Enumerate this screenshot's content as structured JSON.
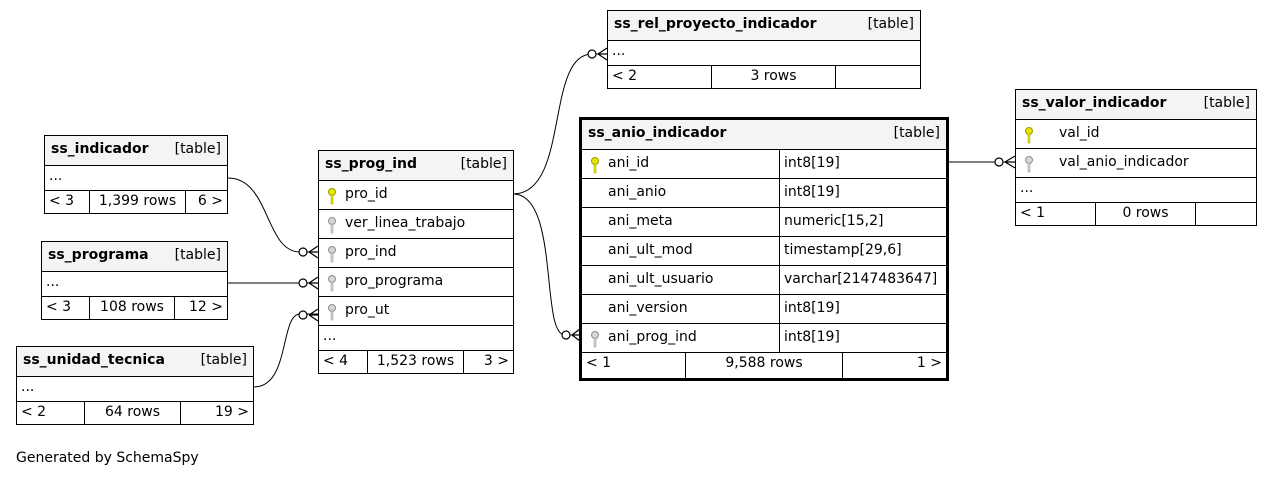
{
  "ss_rel_proyecto_indicador": {
    "name": "ss_rel_proyecto_indicador",
    "type": "[table]",
    "more": "...",
    "parents": "< 2",
    "rows": "3 rows",
    "children": ""
  },
  "ss_indicador": {
    "name": "ss_indicador",
    "type": "[table]",
    "more": "...",
    "parents": "< 3",
    "rows": "1,399 rows",
    "children": "6 >"
  },
  "ss_programa": {
    "name": "ss_programa",
    "type": "[table]",
    "more": "...",
    "parents": "< 3",
    "rows": "108 rows",
    "children": "12 >"
  },
  "ss_unidad_tecnica": {
    "name": "ss_unidad_tecnica",
    "type": "[table]",
    "more": "...",
    "parents": "< 2",
    "rows": "64 rows",
    "children": "19 >"
  },
  "ss_prog_ind": {
    "name": "ss_prog_ind",
    "type": "[table]",
    "columns": [
      "pro_id",
      "ver_linea_trabajo",
      "pro_ind",
      "pro_programa",
      "pro_ut"
    ],
    "more": "...",
    "parents": "< 4",
    "rows": "1,523 rows",
    "children": "3 >"
  },
  "ss_anio_indicador": {
    "name": "ss_anio_indicador",
    "type": "[table]",
    "columns": [
      {
        "name": "ani_id",
        "type": "int8[19]"
      },
      {
        "name": "ani_anio",
        "type": "int8[19]"
      },
      {
        "name": "ani_meta",
        "type": "numeric[15,2]"
      },
      {
        "name": "ani_ult_mod",
        "type": "timestamp[29,6]"
      },
      {
        "name": "ani_ult_usuario",
        "type": "varchar[2147483647]"
      },
      {
        "name": "ani_version",
        "type": "int8[19]"
      },
      {
        "name": "ani_prog_ind",
        "type": "int8[19]"
      }
    ],
    "parents": "< 1",
    "rows": "9,588 rows",
    "children": "1 >"
  },
  "ss_valor_indicador": {
    "name": "ss_valor_indicador",
    "type": "[table]",
    "columns": [
      "val_id",
      "val_anio_indicador"
    ],
    "more": "...",
    "parents": "< 1",
    "rows": "0 rows",
    "children": ""
  },
  "footer": {
    "generated": "Generated by SchemaSpy"
  },
  "colors": {
    "primary_key": "#e6e600",
    "foreign_key": "#b0b0b0",
    "header_bg": "#f4f4f4"
  }
}
